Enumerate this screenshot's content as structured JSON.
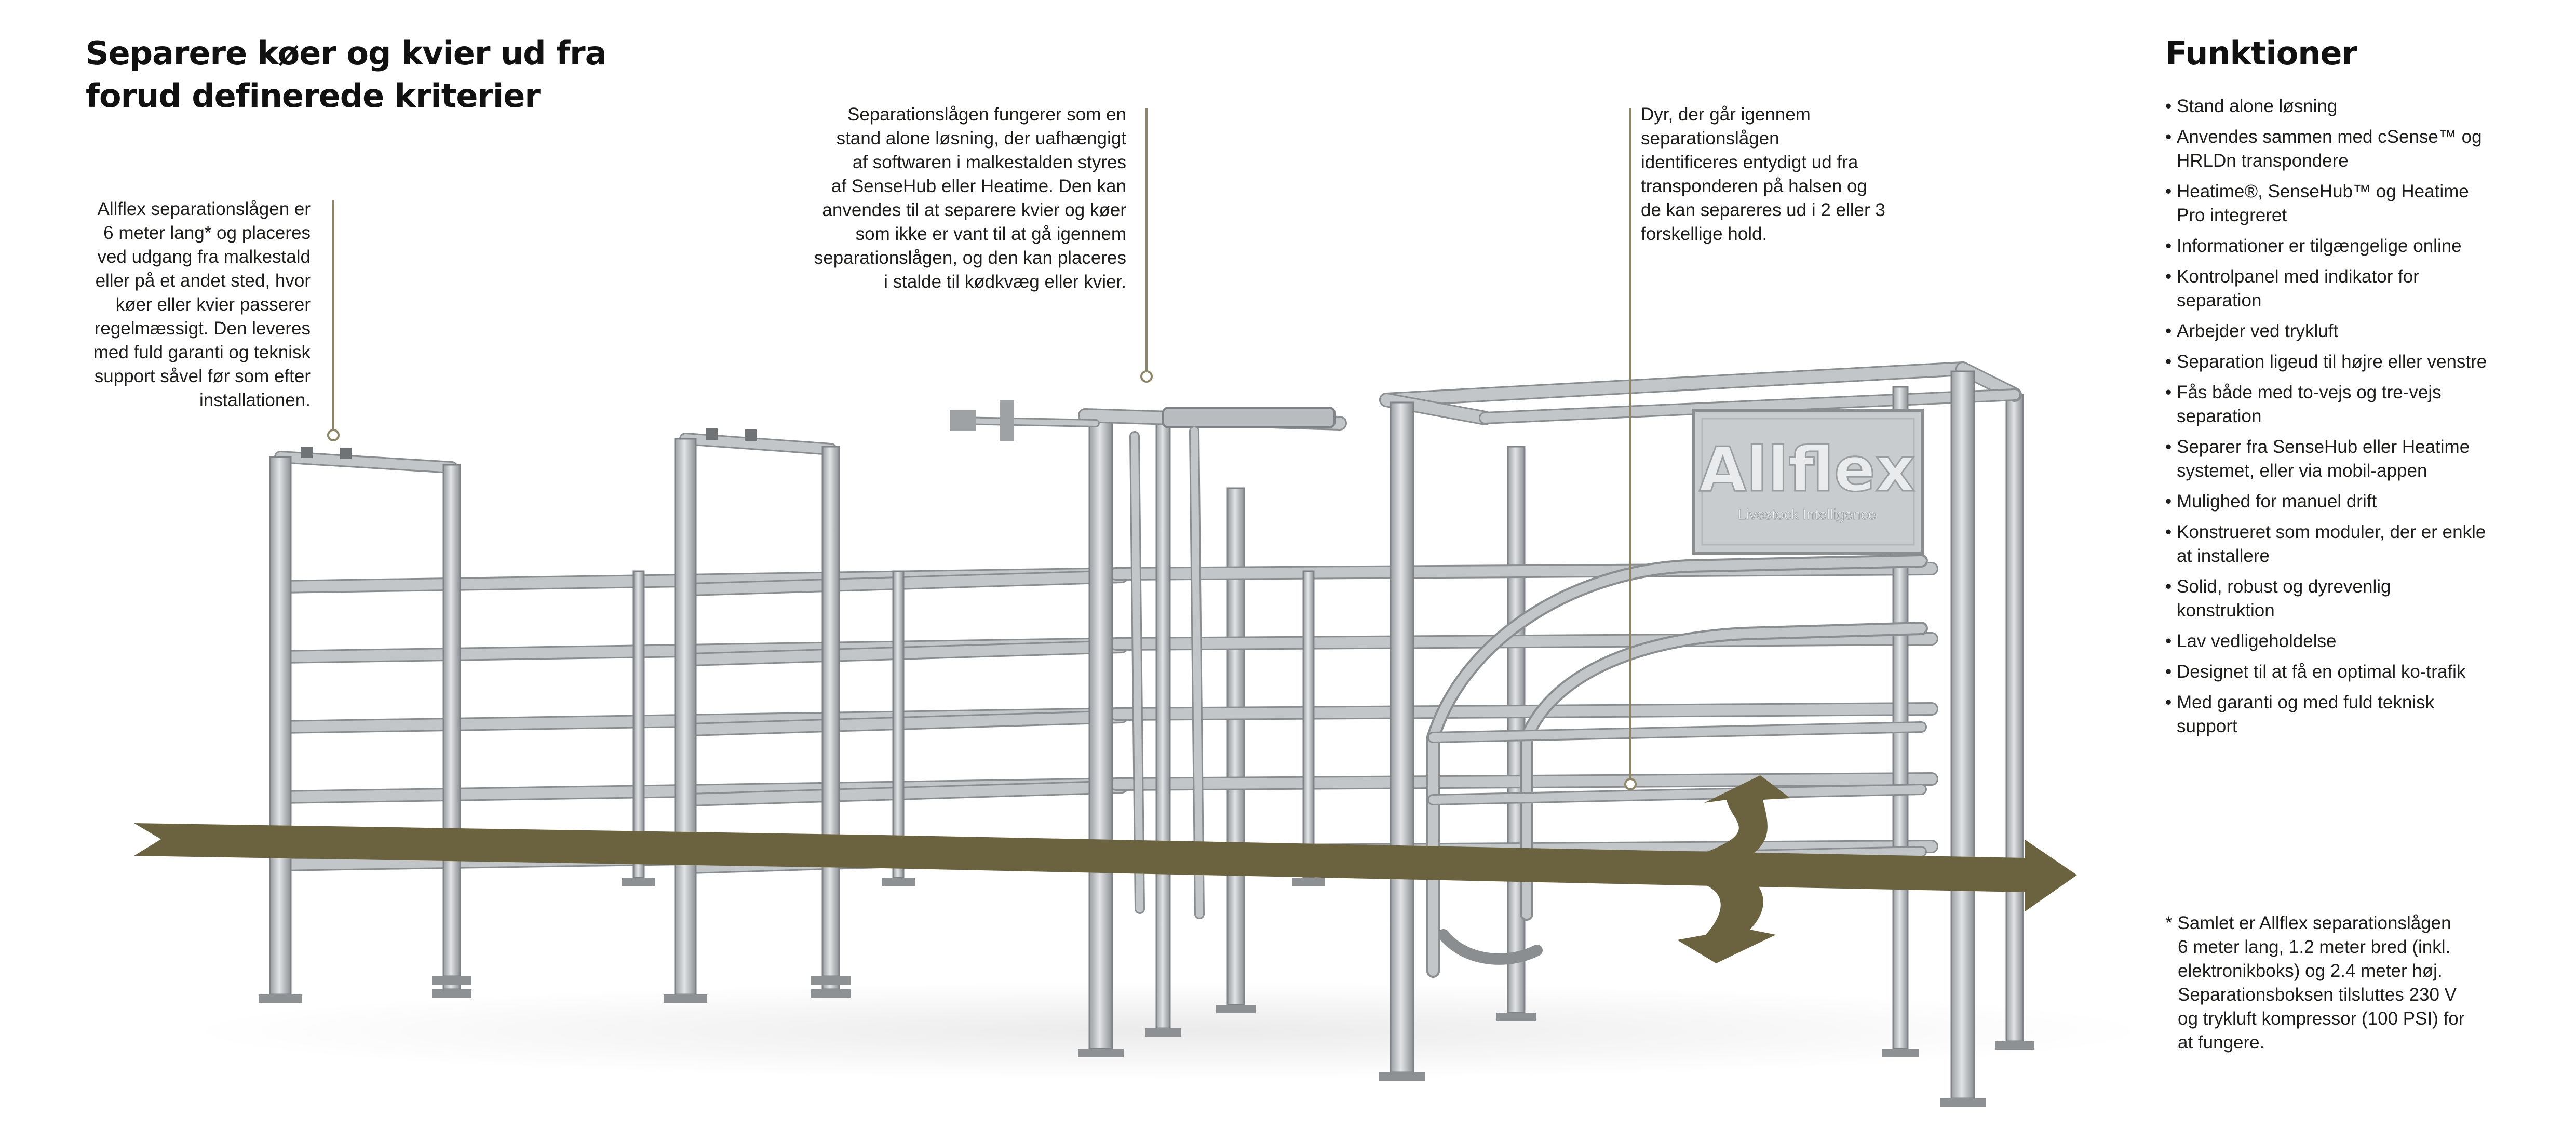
{
  "title": {
    "lines": [
      "Separere køer og kvier ud fra",
      "forud definerede kriterier"
    ]
  },
  "callouts": [
    {
      "lines": [
        "Allflex separationslågen er",
        "6 meter lang* og placeres",
        "ved udgang fra malkestald",
        "eller på et andet sted, hvor",
        "køer eller kvier passerer",
        "regelmæssigt. Den leveres",
        "med fuld garanti og teknisk",
        "support såvel før som efter",
        "installationen."
      ]
    },
    {
      "lines": [
        "Separationslågen fungerer som en",
        "stand alone løsning, der uafhængigt",
        "af softwaren i malkestalden styres",
        "af SenseHub eller Heatime. Den kan",
        "anvendes til at separere kvier og køer",
        "som ikke er vant til at gå igennem",
        "separationslågen, og den kan placeres",
        "i stalde til kødkvæg eller kvier."
      ]
    },
    {
      "lines": [
        "Dyr, der går igennem",
        "separationslågen",
        "identificeres entydigt ud fra",
        "transponderen på halsen og",
        "de kan separeres ud i 2 eller 3",
        "forskellige hold."
      ]
    }
  ],
  "features": {
    "title": "Funktioner",
    "items": [
      [
        "Stand alone løsning"
      ],
      [
        "Anvendes sammen med cSense™ og",
        "HRLDn transpondere"
      ],
      [
        "Heatime®, SenseHub™ og Heatime",
        "Pro integreret"
      ],
      [
        "Informationer er tilgængelige online"
      ],
      [
        "Kontrolpanel med indikator for",
        "separation"
      ],
      [
        "Arbejder ved trykluft"
      ],
      [
        "Separation ligeud til højre eller venstre"
      ],
      [
        "Fås både med to-vejs og tre-vejs",
        "separation"
      ],
      [
        "Separer fra SenseHub eller Heatime",
        "systemet, eller via mobil-appen"
      ],
      [
        "Mulighed for manuel drift"
      ],
      [
        "Konstrueret som moduler, der er enkle",
        "at installere"
      ],
      [
        "Solid, robust og dyrevenlig",
        "konstruktion"
      ],
      [
        "Lav vedligeholdelse"
      ],
      [
        "Designet til at få en optimal ko-trafik"
      ],
      [
        "Med garanti og med fuld teknisk",
        "support"
      ]
    ]
  },
  "footnote": {
    "lines": [
      "* Samlet er Allflex separationslågen",
      "6 meter lang, 1.2 meter bred (inkl.",
      "elektronikboks) og 2.4 meter høj.",
      "Separationsboksen tilsluttes 230 V",
      "og trykluft kompressor (100 PSI) for",
      "at fungere."
    ]
  },
  "sign": {
    "brand": "Allflex",
    "tagline": "Livestock Intelligence"
  },
  "colors": {
    "arrow": "#6b6340",
    "leader": "#8c8666",
    "steel": "#a9adb0",
    "steel_dark": "#7f8387",
    "text": "#1d1d1b"
  }
}
